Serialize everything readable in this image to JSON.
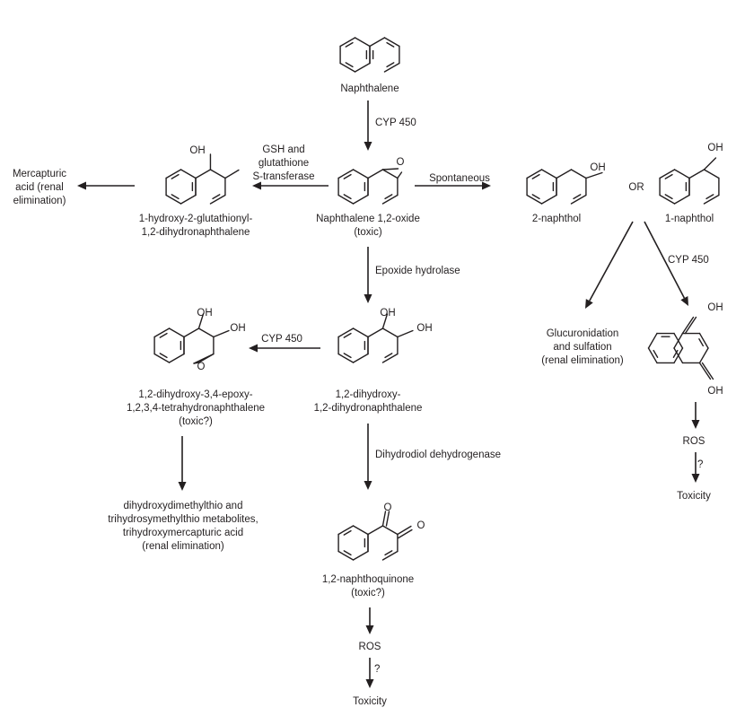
{
  "compounds": {
    "naphthalene": "Naphthalene",
    "oxide": [
      "Naphthalene 1,2-oxide",
      "(toxic)"
    ],
    "glutathionyl": [
      "1-hydroxy-2-glutathionyl-",
      "1,2-dihydronaphthalene"
    ],
    "mercapturic": [
      "Mercapturic",
      "acid (renal",
      "elimination)"
    ],
    "naphthol2": "2-naphthol",
    "or": "OR",
    "naphthol1": "1-naphthol",
    "dihydroxy": [
      "1,2-dihydroxy-",
      "1,2-dihydronaphthalene"
    ],
    "epoxy": [
      "1,2-dihydroxy-3,4-epoxy-",
      "1,2,3,4-tetrahydronaphthalene",
      "(toxic?)"
    ],
    "metabolites": [
      "dihydroxydimethylthio and",
      "trihydrosymethylthio metabolites,",
      "trihydroxymercapturic acid",
      "(renal elimination)"
    ],
    "naphthoquinone12": [
      "1,2-naphthoquinone",
      "(toxic?)"
    ],
    "glucuronidation": [
      "Glucuronidation",
      "and sulfation",
      "(renal elimination)"
    ],
    "ros": "ROS",
    "toxicity": "Toxicity"
  },
  "enzymes": {
    "cyp450": "CYP 450",
    "gsh": [
      "GSH and",
      "glutathione",
      "S-transferase"
    ],
    "spontaneous": "Spontaneous",
    "epoxide_hydrolase": "Epoxide hydrolase",
    "dihydrodiol": "Dihydrodiol dehydrogenase",
    "question": "?"
  },
  "atoms": {
    "oh": "OH",
    "o": "O"
  }
}
